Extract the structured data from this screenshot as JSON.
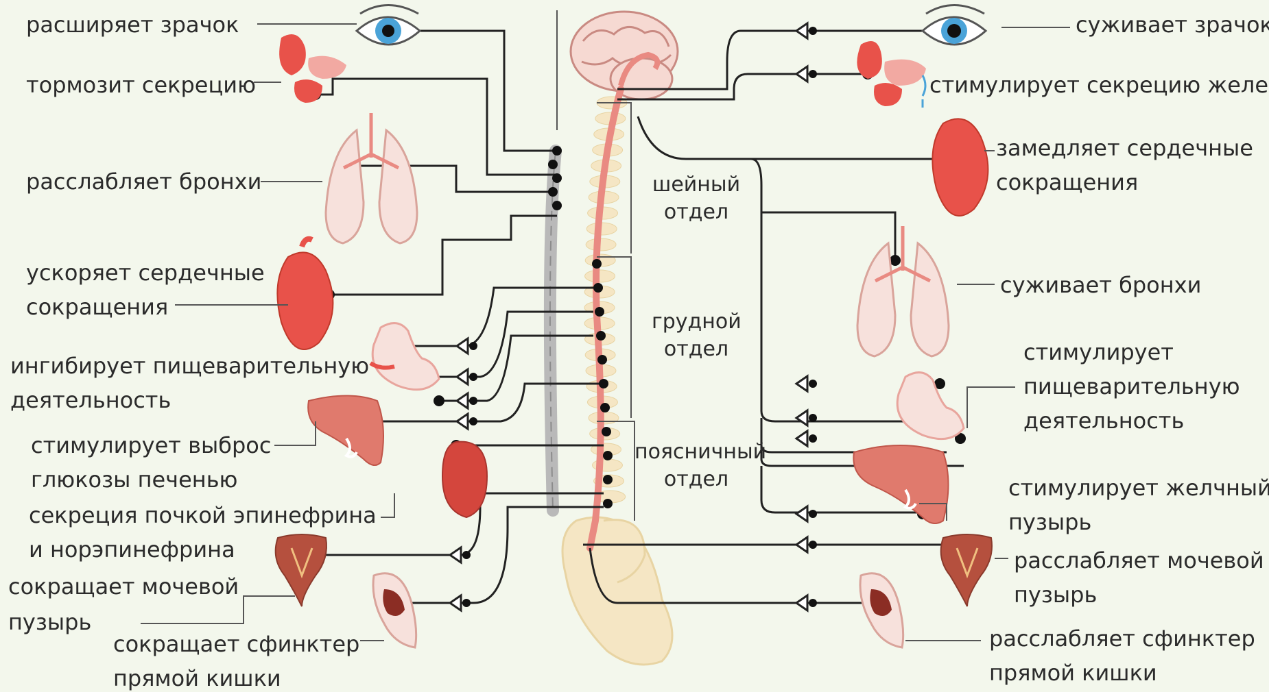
{
  "sympathetic": {
    "pupil": "расширяет зрачок",
    "secretion": "тормозит секрецию",
    "bronchi": "расслабляет бронхи",
    "heart_1": "ускоряет сердечные",
    "heart_2": "сокращения",
    "digestion_1": "ингибирует пищеварительную",
    "digestion_2": "деятельность",
    "liver_1": "стимулирует выброс",
    "liver_2": "глюкозы печенью",
    "kidney_1": "секреция почкой эпинефрина",
    "kidney_2": "и норэпинефрина",
    "bladder_1": "сокращает мочевой",
    "bladder_2": "пузырь",
    "rectum_1": "сокращает сфинктер",
    "rectum_2": "прямой кишки"
  },
  "parasympathetic": {
    "pupil": "суживает зрачок",
    "secretion": "стимулирует секрецию желез",
    "heart_1": "замедляет сердечные",
    "heart_2": "сокращения",
    "bronchi": "суживает бронхи",
    "digestion_1": "стимулирует",
    "digestion_2": "пищеварительную",
    "digestion_3": "деятельность",
    "gallbladder_1": "стимулирует желчный",
    "gallbladder_2": "пузырь",
    "bladder_1": "расслабляет мочевой",
    "bladder_2": "пузырь",
    "rectum_1": "расслабляет сфинктер",
    "rectum_2": "прямой кишки"
  },
  "sections": {
    "cervical_1": "шейный",
    "cervical_2": "отдел",
    "thoracic_1": "грудной",
    "thoracic_2": "отдел",
    "lumbar_1": "поясничный",
    "lumbar_2": "отдел"
  },
  "colors": {
    "background": "#f3f7ec",
    "organ": "#e8524a",
    "organ_light": "#f7d4d0",
    "bone": "#f5e6c4",
    "spinal_cord": "#e98a82",
    "sympathetic_chain": "#b9b9b9",
    "nerve_line": "#222222"
  }
}
